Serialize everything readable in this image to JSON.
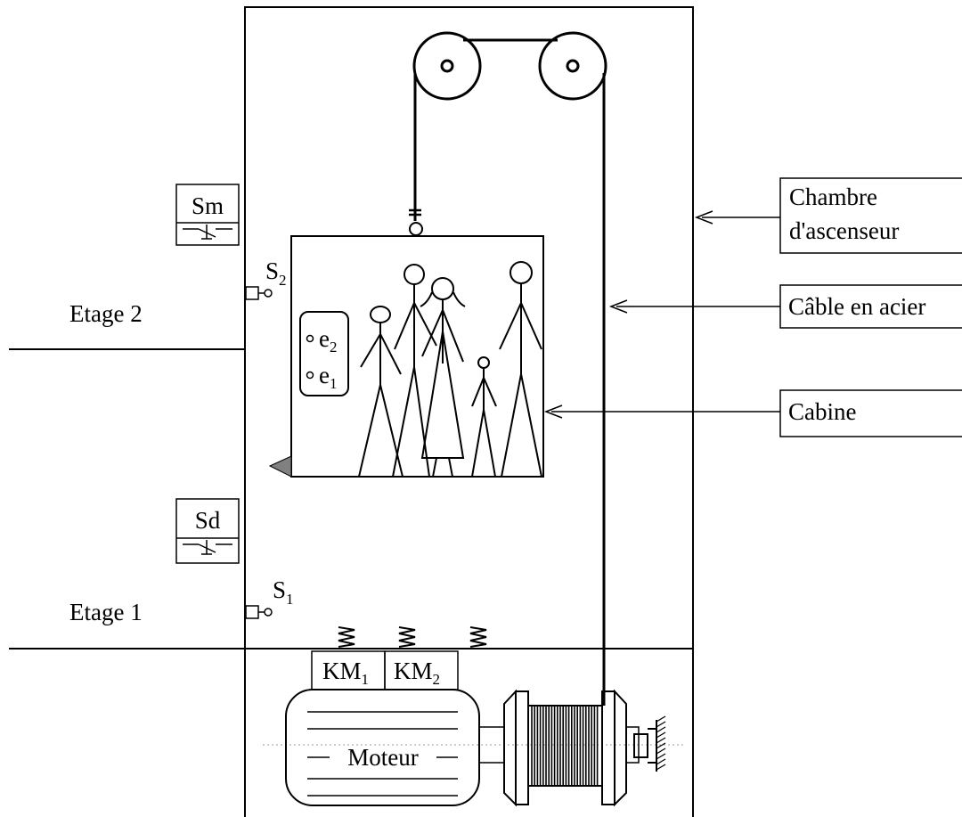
{
  "floors": {
    "floor2": "Etage 2",
    "floor1": "Etage 1"
  },
  "callouts": {
    "chamber_line1": "Chambre",
    "chamber_line2": "d'ascenseur",
    "cable": "Câble en acier",
    "cabin": "Cabine"
  },
  "switches": {
    "sm": "Sm",
    "sd": "Sd",
    "s2_base": "S",
    "s2_sub": "2",
    "s1_base": "S",
    "s1_sub": "1"
  },
  "panel": {
    "e2_base": "e",
    "e2_sub": "2",
    "e1_base": "e",
    "e1_sub": "1"
  },
  "contactors": {
    "km1_base": "KM",
    "km1_sub": "1",
    "km2_base": "KM",
    "km2_sub": "2"
  },
  "motor": {
    "label": "Moteur"
  },
  "colors": {
    "line": "#000000",
    "background": "#ffffff",
    "gray_marker": "#808080",
    "axis_dotted": "#999999"
  }
}
